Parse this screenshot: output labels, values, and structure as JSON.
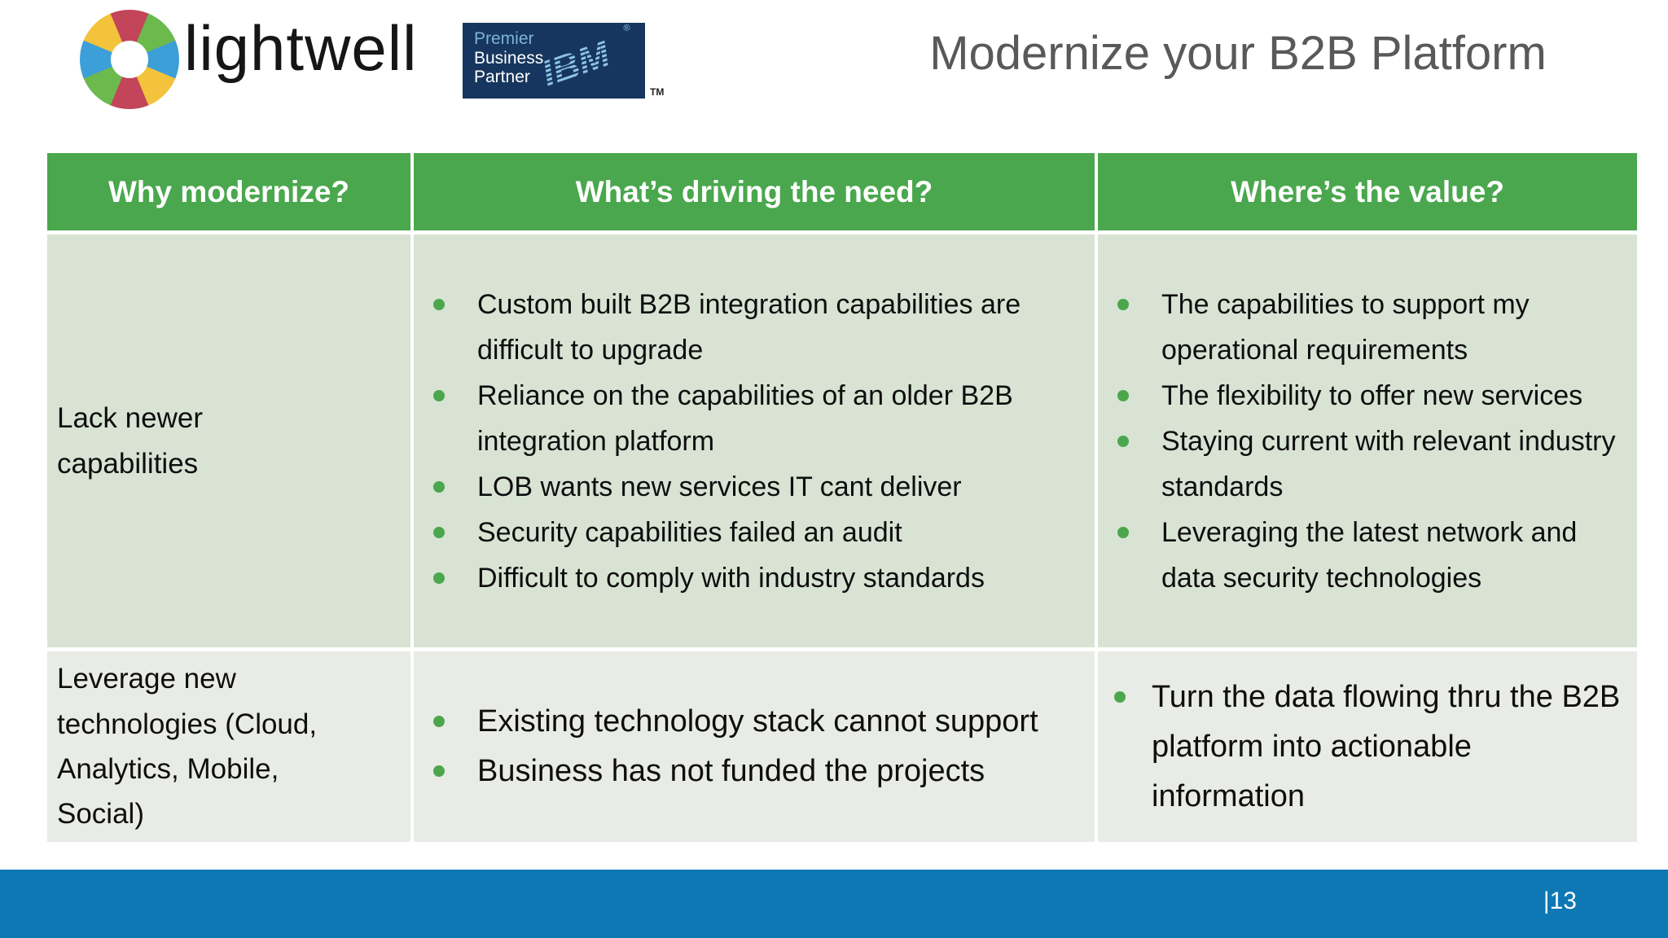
{
  "header": {
    "brand": "lightwell",
    "badge": {
      "line1": "Premier",
      "line2": "Business",
      "line3": "Partner",
      "ibm": "IBM",
      "registered": "®",
      "tm": "TM"
    },
    "title": "Modernize your B2B Platform"
  },
  "table": {
    "columns": [
      {
        "label": "Why modernize?"
      },
      {
        "label": "What’s driving the need?"
      },
      {
        "label": "Where’s the value?"
      }
    ],
    "rows": [
      {
        "why": "Lack newer capabilities",
        "driving": [
          "Custom built B2B integration capabilities are difficult to upgrade",
          "Reliance on the capabilities of an older B2B integration platform",
          "LOB wants new services IT cant deliver",
          "Security capabilities failed an audit",
          "Difficult to comply with industry standards"
        ],
        "value": [
          "The capabilities to support my operational requirements",
          "The flexibility to offer new services",
          "Staying current with relevant industry standards",
          "Leveraging the latest network and data security technologies"
        ]
      },
      {
        "why": "Leverage new technologies (Cloud, Analytics, Mobile, Social)",
        "driving": [
          "Existing technology stack cannot support",
          "Business has not funded the projects"
        ],
        "value": [
          "Turn the data flowing thru the B2B platform into actionable information"
        ]
      }
    ]
  },
  "footer": {
    "page": "|13"
  },
  "colors": {
    "header_green": "#4aa74d",
    "row1_bg": "#d8e3d4",
    "row2_bg": "#e9ece6",
    "bullet_green": "#4ca64c",
    "footer_blue": "#0e78b4",
    "badge_navy": "#16365f",
    "badge_light_blue": "#7fb2d9",
    "title_gray": "#595959"
  }
}
